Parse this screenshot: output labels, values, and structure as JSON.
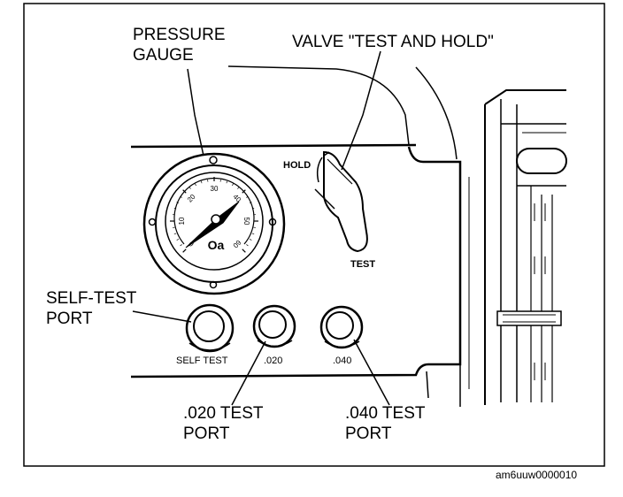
{
  "callouts": {
    "pressure_gauge_line1": "PRESSURE",
    "pressure_gauge_line2": "GAUGE",
    "valve": "VALVE \"TEST AND HOLD\"",
    "self_test_line1": "SELF-TEST",
    "self_test_line2": "PORT",
    "port_020_line1": ".020 TEST",
    "port_020_line2": "PORT",
    "port_040_line1": ".040 TEST",
    "port_040_line2": "PORT"
  },
  "panel": {
    "hold_label": "HOLD",
    "test_label": "TEST",
    "port_labels": [
      "SELF TEST",
      ".020",
      ".040"
    ]
  },
  "gauge": {
    "ticks": [
      "0",
      "10",
      "20",
      "30",
      "40",
      "50",
      "60"
    ],
    "face_text": "Oa"
  },
  "figure_id": "am6uuw0000010"
}
